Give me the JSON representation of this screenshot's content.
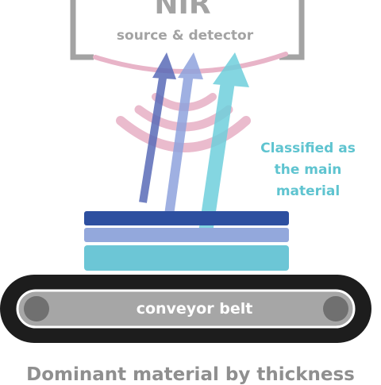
{
  "detector": {
    "title": "NIR",
    "subtitle": "source & detector"
  },
  "classification": {
    "lines": [
      "Classified as",
      "the main",
      "material"
    ]
  },
  "belt": {
    "label": "conveyor belt"
  },
  "caption": "Dominant material by thickness",
  "colors": {
    "detector_gray": "#a3a3a3",
    "signal_pink": "#e8b4c8",
    "layer_top": "#2d4fa0",
    "layer_middle": "#93a8dc",
    "layer_bottom": "#6cc6d6",
    "arrow_dark": "#5a6cb8",
    "arrow_light": "#8fa3dd",
    "arrow_cyan": "#6fd0dc",
    "belt": "#1d1d1d",
    "belt_track": "#a6a6a6",
    "classified_text": "#5fc4d0"
  }
}
